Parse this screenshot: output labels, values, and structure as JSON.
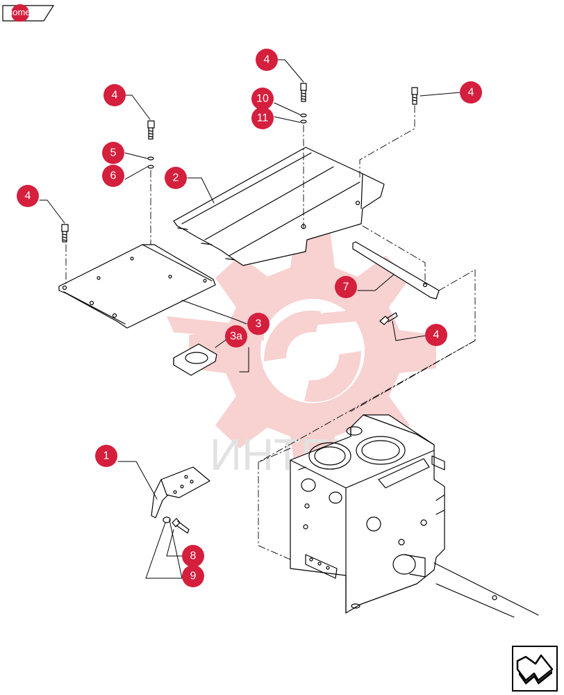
{
  "nav": {
    "home_label": "home",
    "next_icon": "next-page-arrow-icon"
  },
  "watermark": {
    "text": "ИНТЕХ",
    "color": "#e2e2e2",
    "gear_color": "#f7c9c9"
  },
  "callouts": {
    "c4_top": "4",
    "c4_left_upper": "4",
    "c4_right_upper": "4",
    "c4_left": "4",
    "c4_bracket": "4",
    "c10": "10",
    "c11": "11",
    "c5": "5",
    "c6": "6",
    "c2": "2",
    "c7": "7",
    "c3": "3",
    "c3a": "3a",
    "c1": "1",
    "c8": "8",
    "c9": "9"
  },
  "colors": {
    "callout_fill": "#d41f3d",
    "line": "#000000",
    "background": "#ffffff"
  }
}
